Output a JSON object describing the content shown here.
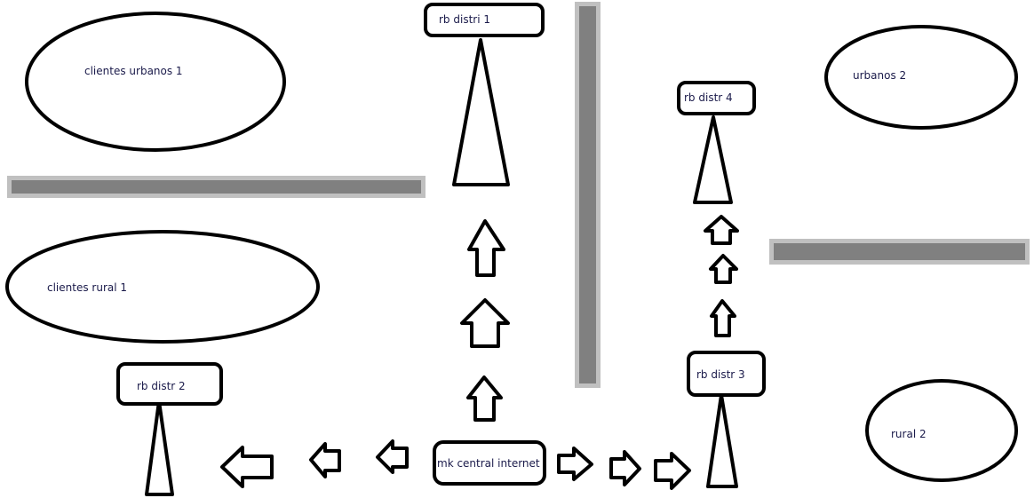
{
  "labels": {
    "clientes_urbanos_1": "clientes urbanos 1",
    "urbanos_2": "urbanos 2",
    "clientes_rural_1": "clientes rural 1",
    "rural_2": "rural 2",
    "rb_distri_1": "rb distri 1",
    "rb_distr_4": "rb distr 4",
    "rb_distr_3": "rb distr 3",
    "rb_distr_2": "rb distr 2",
    "mk_central": "mk central internet"
  },
  "colors": {
    "text": "#1a1a4a",
    "wall_outer": "#c0c0c0",
    "wall_inner": "#808080"
  }
}
